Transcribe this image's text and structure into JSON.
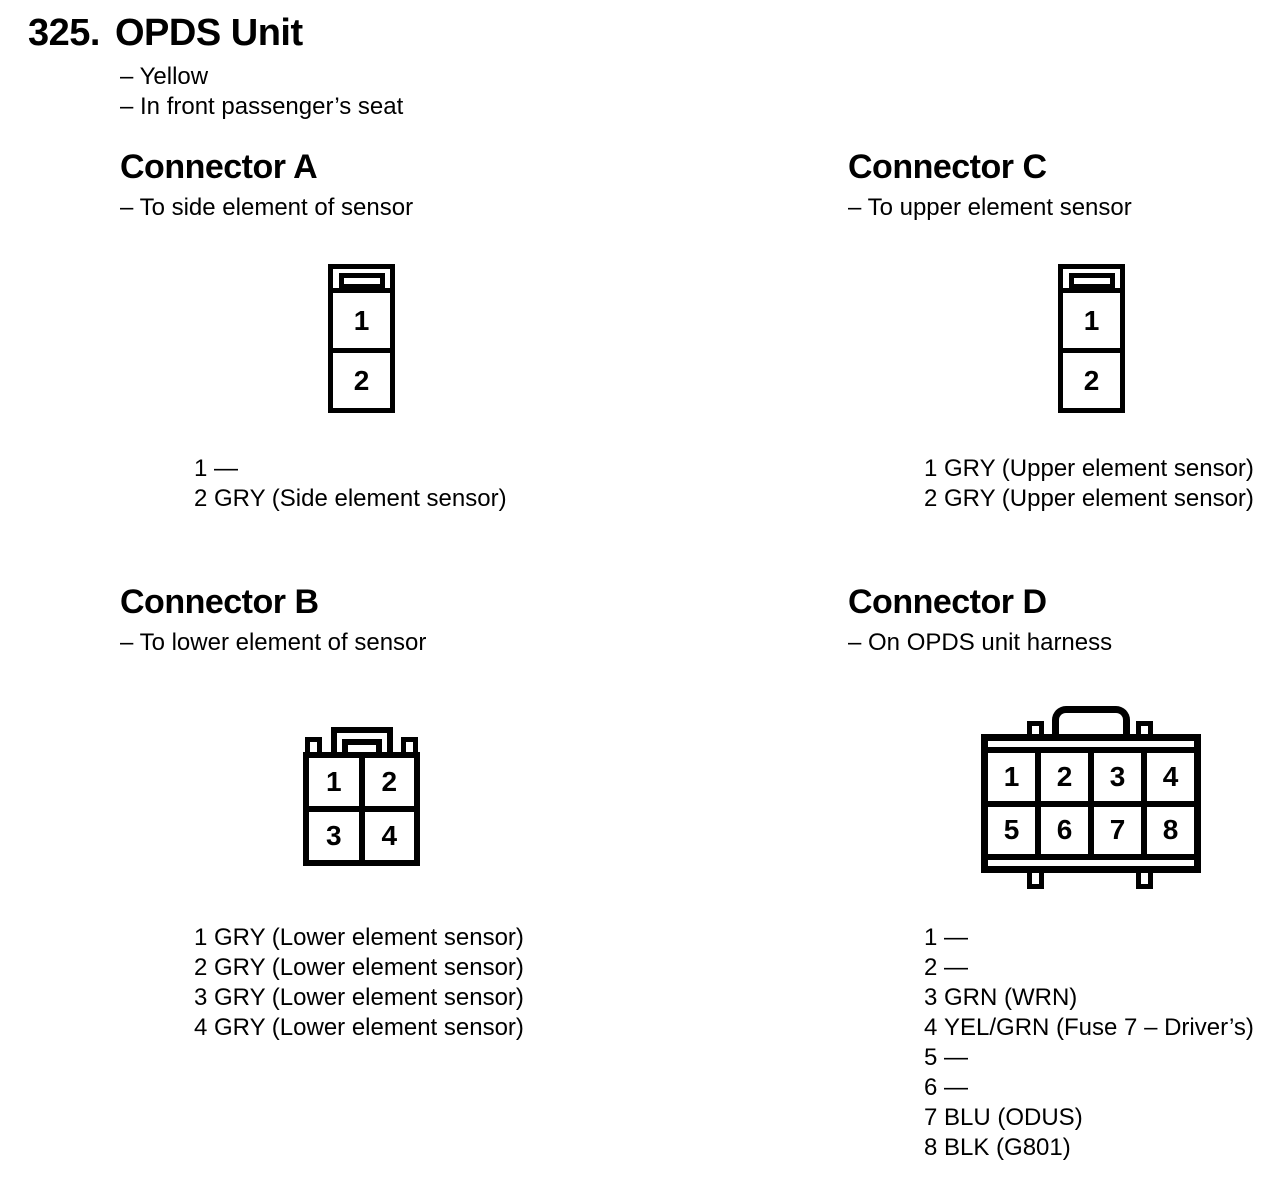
{
  "page": {
    "number": "325.",
    "title": "OPDS Unit",
    "notes": [
      "– Yellow",
      "– In front passenger’s seat"
    ]
  },
  "colors": {
    "ink": "#000000",
    "paper": "#ffffff"
  },
  "connectors": [
    {
      "id": "A",
      "title": "Connector A",
      "subtitle": "– To side element of sensor",
      "cavities": [
        "1",
        "2"
      ],
      "pins": [
        {
          "num": "1",
          "desc": "—"
        },
        {
          "num": "2",
          "desc": "GRY (Side element sensor)"
        }
      ]
    },
    {
      "id": "B",
      "title": "Connector B",
      "subtitle": "– To lower element of sensor",
      "cavities": [
        "1",
        "2",
        "3",
        "4"
      ],
      "pins": [
        {
          "num": "1",
          "desc": "GRY (Lower element sensor)"
        },
        {
          "num": "2",
          "desc": "GRY (Lower element sensor)"
        },
        {
          "num": "3",
          "desc": "GRY (Lower element sensor)"
        },
        {
          "num": "4",
          "desc": "GRY (Lower element sensor)"
        }
      ]
    },
    {
      "id": "C",
      "title": "Connector C",
      "subtitle": "– To upper element sensor",
      "cavities": [
        "1",
        "2"
      ],
      "pins": [
        {
          "num": "1",
          "desc": "GRY (Upper element sensor)"
        },
        {
          "num": "2",
          "desc": "GRY (Upper element sensor)"
        }
      ]
    },
    {
      "id": "D",
      "title": "Connector D",
      "subtitle": "– On OPDS unit harness",
      "cavities": [
        "1",
        "2",
        "3",
        "4",
        "5",
        "6",
        "7",
        "8"
      ],
      "pins": [
        {
          "num": "1",
          "desc": "—"
        },
        {
          "num": "2",
          "desc": "—"
        },
        {
          "num": "3",
          "desc": "GRN (WRN)"
        },
        {
          "num": "4",
          "desc": "YEL/GRN (Fuse 7 – Driver’s)"
        },
        {
          "num": "5",
          "desc": "—"
        },
        {
          "num": "6",
          "desc": "—"
        },
        {
          "num": "7",
          "desc": "BLU (ODUS)"
        },
        {
          "num": "8",
          "desc": "BLK (G801)"
        }
      ]
    }
  ]
}
